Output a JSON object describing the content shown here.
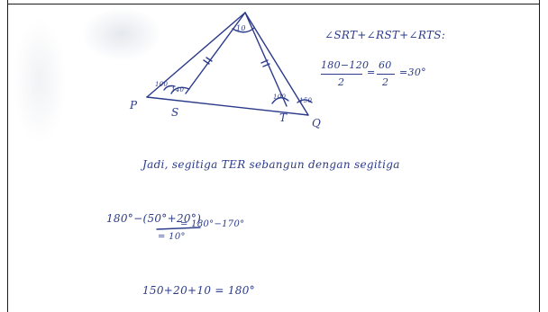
{
  "figure": {
    "vertex_labels": [
      "P",
      "S",
      "T",
      "Q"
    ],
    "angle_labels": [
      "10",
      "100",
      "140",
      "100",
      "150"
    ],
    "tick_marks": [
      "//",
      "//"
    ]
  },
  "notes": {
    "angle_sum": "∠SRT+∠RST+∠RTS:",
    "fraction_numerator": "180−120",
    "fraction_denominator": "2",
    "fraction_equals": "=",
    "fraction2_numerator": "60",
    "fraction2_denominator": "2",
    "fraction_result": "=30°",
    "conclusion": "Jadi, segitiga TER sebangun dengan segitiga",
    "calc1_left": "180°−(50°+20°)",
    "calc1_mid": "= 180°−170°",
    "calc1_result": "= 10°",
    "calc2": "150+20+10 = 180°"
  }
}
